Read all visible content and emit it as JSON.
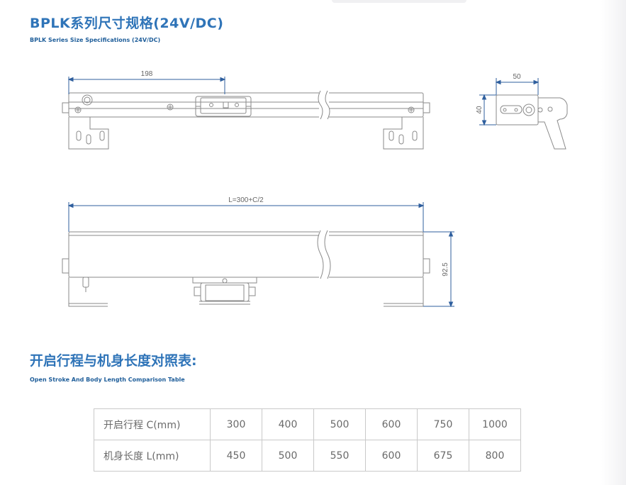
{
  "header": {
    "title": "BPLK系列尺寸规格(24V/DC)",
    "subtitle": "BPLK Series Size Specifications (24V/DC)"
  },
  "drawings": {
    "top_view_dim": "198",
    "side_width_dim": "50",
    "side_height_dim": "40",
    "front_length_dim": "L=300+C/2",
    "front_height_dim": "92.5"
  },
  "comparison": {
    "title": "开启行程与机身长度对照表:",
    "subtitle": "Open Stroke And Body Length Comparison Table",
    "rows": [
      {
        "label": "开启行程 C(mm)",
        "values": [
          "300",
          "400",
          "500",
          "600",
          "750",
          "1000"
        ]
      },
      {
        "label": "机身长度 L(mm)",
        "values": [
          "450",
          "500",
          "550",
          "600",
          "675",
          "800"
        ]
      }
    ]
  },
  "colors": {
    "heading": "#2f74b8",
    "dimension_line": "#2f5f9e",
    "drawing_line": "#8a8a8a"
  }
}
